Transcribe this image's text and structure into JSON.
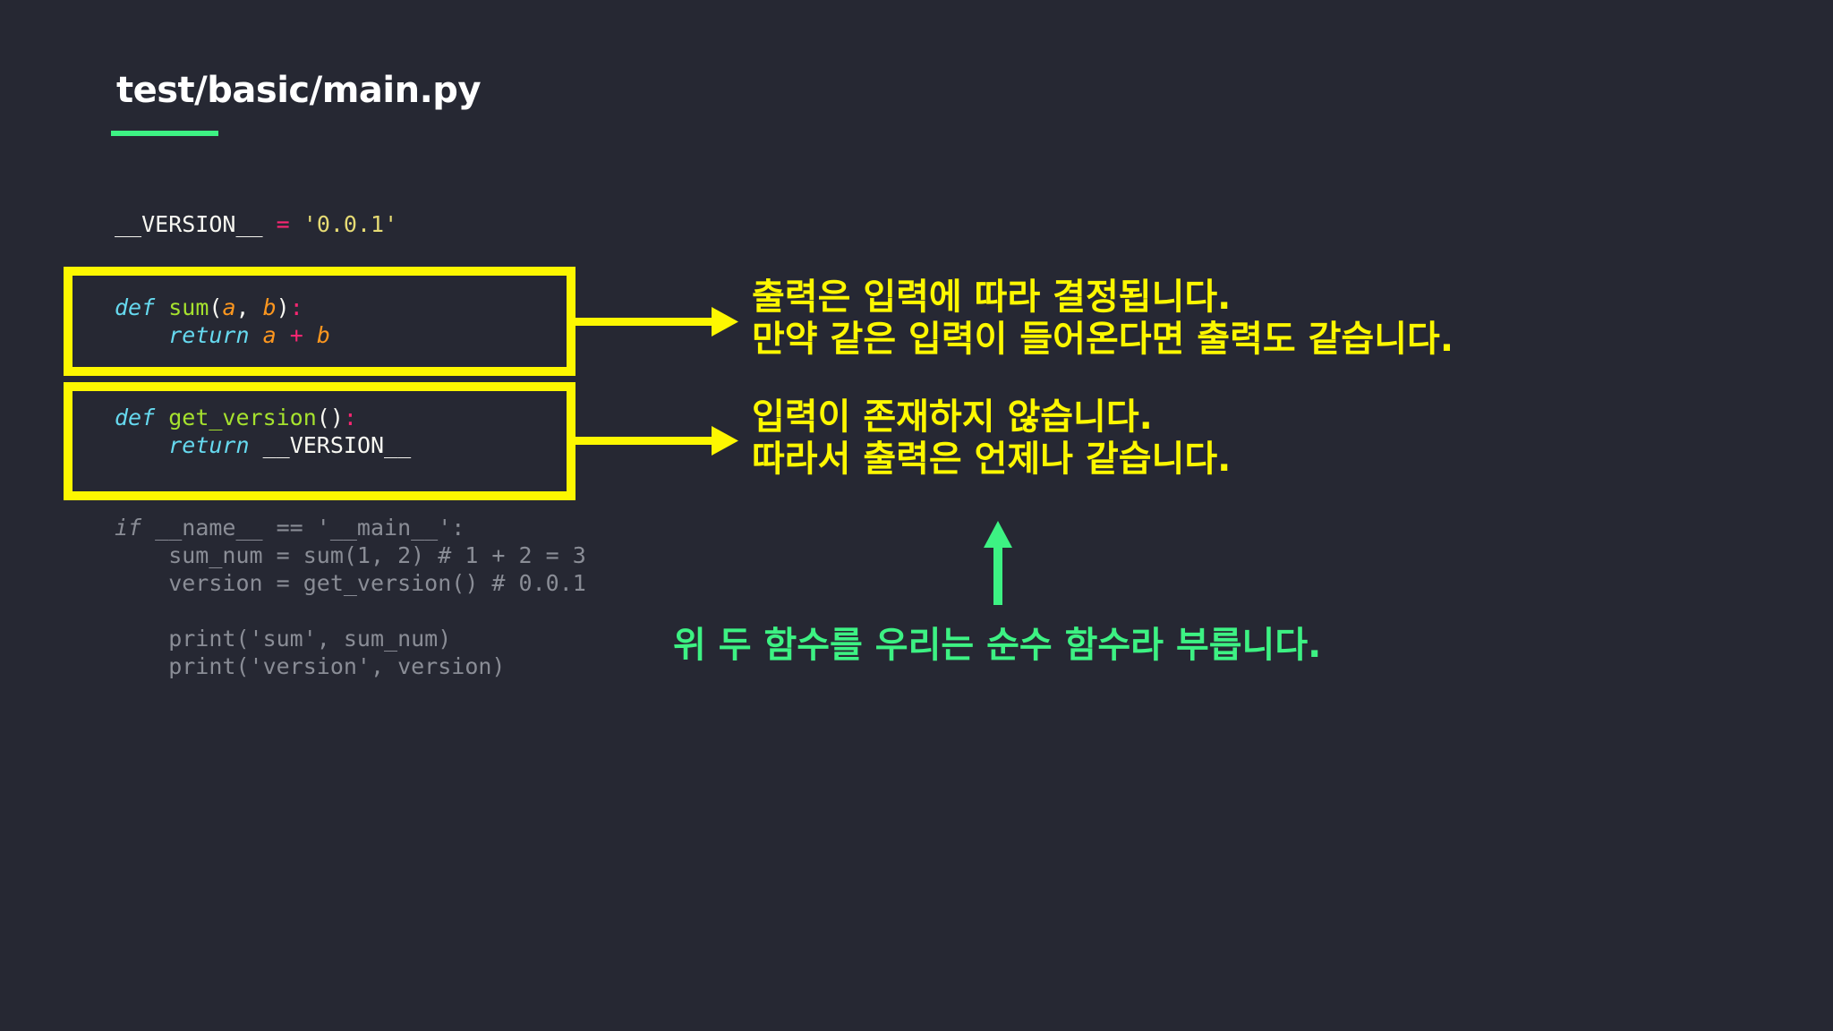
{
  "slide": {
    "title": "test/basic/main.py",
    "accent_color": "#3df283",
    "highlight_color": "#fdf700"
  },
  "code": {
    "version_line": {
      "name": "__VERSION__",
      "op": "=",
      "value": "'0.0.1'"
    },
    "sum_func": {
      "def_kw": "def",
      "name": "sum",
      "open": "(",
      "param_a": "a",
      "comma": ", ",
      "param_b": "b",
      "close": ")",
      "colon": ":",
      "return_kw": "return",
      "ret_a": "a",
      "ret_op": "+",
      "ret_b": "b"
    },
    "version_func": {
      "def_kw": "def",
      "name": "get_version",
      "parens": "()",
      "colon": ":",
      "return_kw": "return",
      "ret_value": "__VERSION__"
    },
    "main_block": {
      "if_kw": "if",
      "condition": " __name__ == '__main__':",
      "line1": "    sum_num = sum(1, 2) # 1 + 2 = 3",
      "line2": "    version = get_version() # 0.0.1",
      "line3": "    print('sum', sum_num)",
      "line4": "    print('version', version)"
    }
  },
  "annotations": {
    "note1_line1": "출력은 입력에 따라 결정됩니다.",
    "note1_line2": "만약 같은 입력이 들어온다면 출력도 같습니다.",
    "note2_line1": "입력이 존재하지 않습니다.",
    "note2_line2": "따라서 출력은 언제나 같습니다.",
    "note3": "위 두 함수를 우리는 순수 함수라 부릅니다."
  }
}
